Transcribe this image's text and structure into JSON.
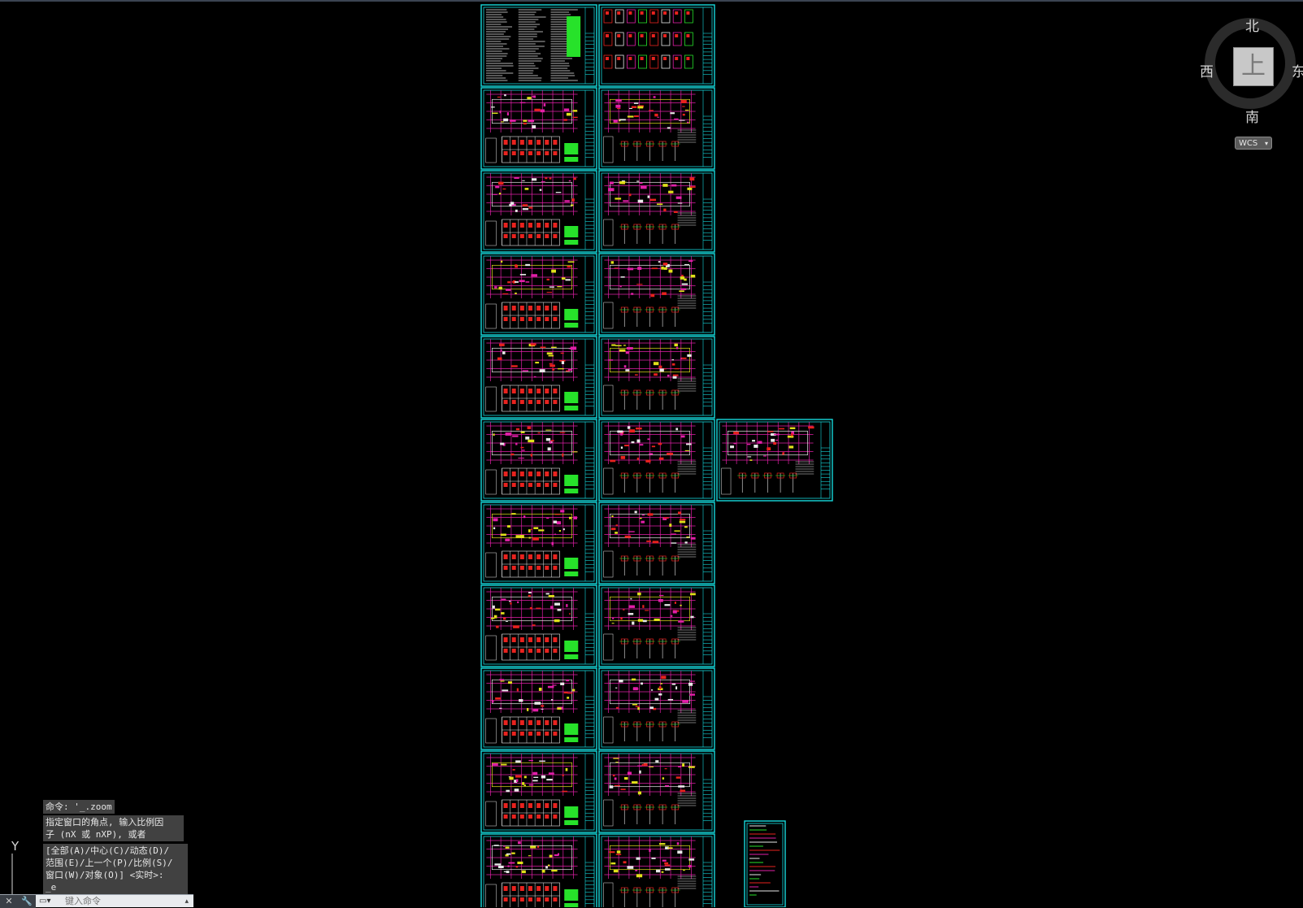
{
  "viewcube": {
    "north": "北",
    "south": "南",
    "west": "西",
    "east": "东",
    "face": "上",
    "wcs_label": "WCS",
    "wcs_arrow": "▾"
  },
  "ucs": {
    "y_label": "Y"
  },
  "command_history": [
    "命令: '_.zoom",
    "指定窗口的角点, 输入比例因\n子 (nX 或 nXP), 或者",
    "[全部(A)/中心(C)/动态(D)/\n范围(E)/上一个(P)/比例(S)/\n窗口(W)/对象(O)] <实时>:\n_e"
  ],
  "command_bar": {
    "placeholder": "键入命令",
    "close_icon": "✕",
    "wrench_icon": "🔧",
    "prompt_icon": "▭▾",
    "expand_icon": "▴"
  },
  "colors": {
    "frame": "#16d9dc",
    "magenta": "#e21fa8",
    "red": "#e8221e",
    "green": "#27e22a",
    "yellow": "#e0e01a",
    "white": "#e8e8e8"
  }
}
